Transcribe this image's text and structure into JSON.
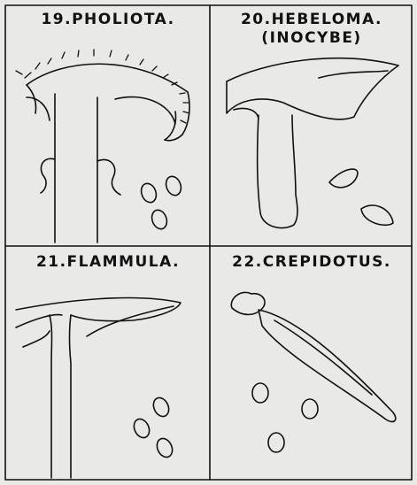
{
  "panels": [
    {
      "number": "19",
      "title": "19.PHOLIOTA."
    },
    {
      "number": "20",
      "title": "20.HEBELOMA.",
      "subtitle": "(INOCYBE)"
    },
    {
      "number": "21",
      "title": "21.FLAMMULA."
    },
    {
      "number": "22",
      "title": "22.CREPIDOTUS."
    }
  ],
  "colors": {
    "paper": "#e9e9e7",
    "ink": "#111111"
  }
}
